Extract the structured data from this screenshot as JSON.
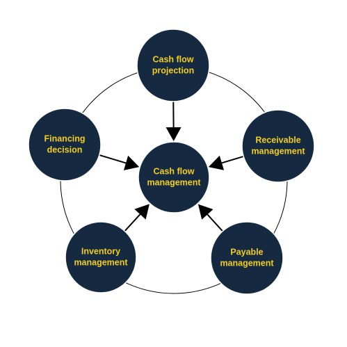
{
  "colors": {
    "node_fill": "#152a40",
    "label_text": "#f3cd1d",
    "arrow": "#000000",
    "ring": "#000000",
    "background": "#ffffff"
  },
  "center": {
    "name": "cash-flow-management",
    "lines": [
      "Cash flow",
      "management"
    ]
  },
  "satellites": [
    {
      "name": "cash-flow-projection",
      "lines": [
        "Cash flow",
        "projection"
      ]
    },
    {
      "name": "receivable-management",
      "lines": [
        "Receivable",
        "management"
      ]
    },
    {
      "name": "payable-management",
      "lines": [
        "Payable",
        "management"
      ]
    },
    {
      "name": "inventory-management",
      "lines": [
        "Inventory",
        "management"
      ]
    },
    {
      "name": "financing-decision",
      "lines": [
        "Financing",
        "decision"
      ]
    }
  ],
  "edges": [
    {
      "from": "cash-flow-projection",
      "to": "cash-flow-management"
    },
    {
      "from": "receivable-management",
      "to": "cash-flow-management"
    },
    {
      "from": "payable-management",
      "to": "cash-flow-management"
    },
    {
      "from": "inventory-management",
      "to": "cash-flow-management"
    },
    {
      "from": "financing-decision",
      "to": "cash-flow-management"
    }
  ]
}
